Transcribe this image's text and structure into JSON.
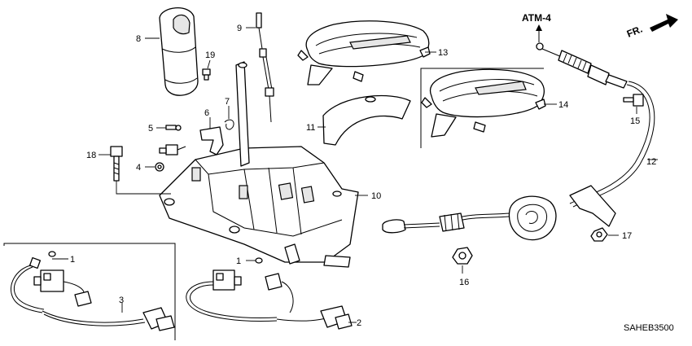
{
  "diagram": {
    "reference_code": "ATM-4",
    "direction_label": "FR.",
    "figure_code": "SAHEB3500",
    "callouts": {
      "c1a": "1",
      "c1b": "1",
      "c2": "2",
      "c3": "3",
      "c4": "4",
      "c5": "5",
      "c6": "6",
      "c7": "7",
      "c8": "8",
      "c9": "9",
      "c10": "10",
      "c11": "11",
      "c12": "12",
      "c13": "13",
      "c14": "14",
      "c15": "15",
      "c16": "16",
      "c17": "17",
      "c18": "18",
      "c19": "19"
    }
  }
}
